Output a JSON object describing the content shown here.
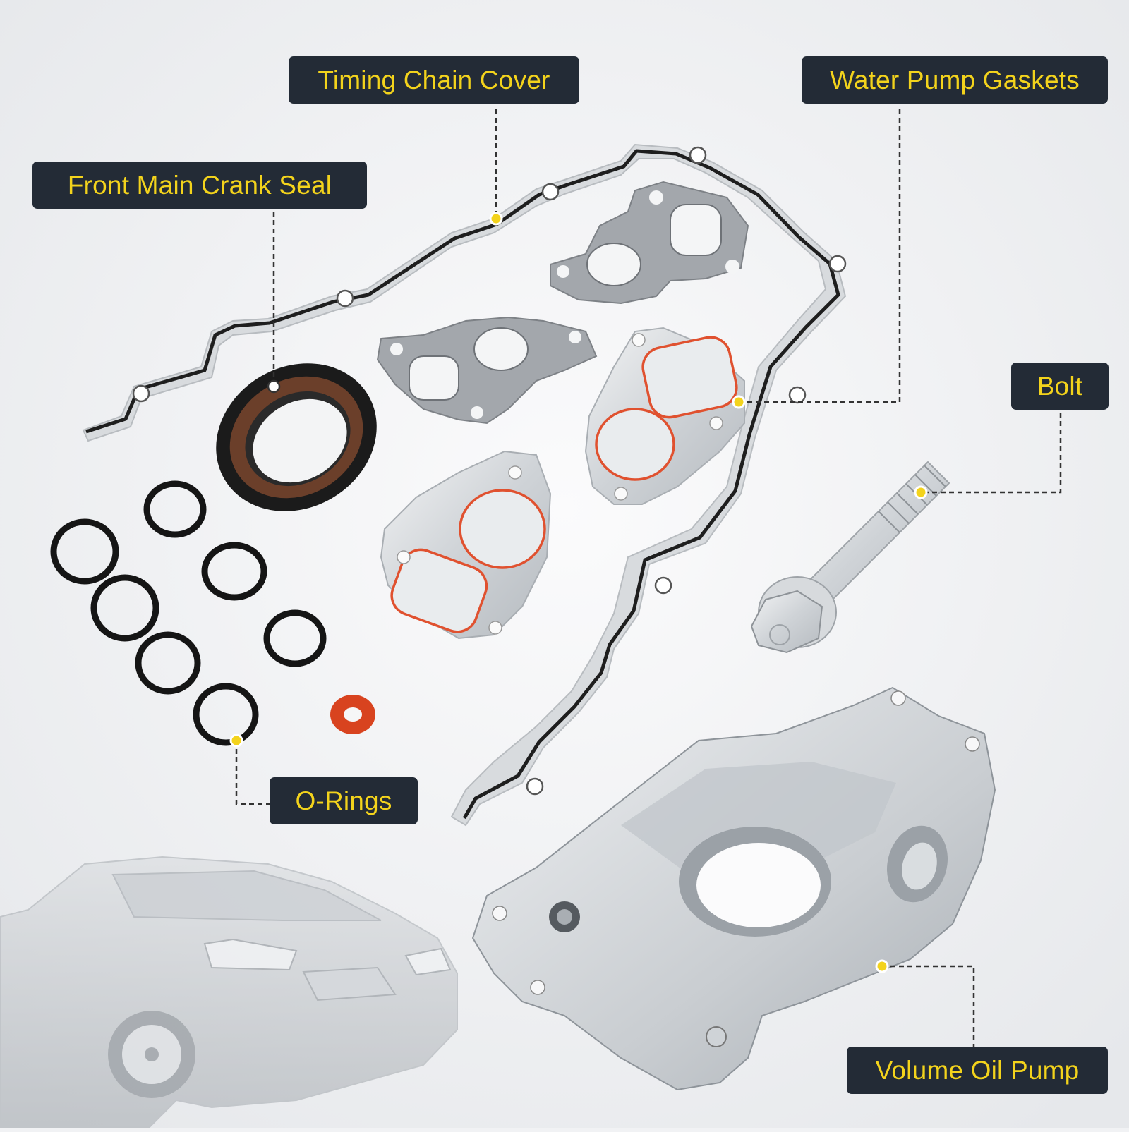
{
  "colors": {
    "label_bg": "#232b36",
    "label_text": "#f3d31c",
    "callout_dot": "#f3d31c",
    "leader_line": "#333333",
    "gasket_metal": "#dcdfe2",
    "gasket_seal": "#1e1e1e",
    "water_pump_seal": "#e0512f",
    "paper_gasket": "#9fa3a8"
  },
  "callouts": {
    "timing_chain_cover": "Timing Chain Cover",
    "water_pump_gaskets": "Water Pump Gaskets",
    "front_main_crank_seal": "Front Main Crank Seal",
    "bolt": "Bolt",
    "o_rings": "O-Rings",
    "volume_oil_pump": "Volume Oil Pump"
  }
}
